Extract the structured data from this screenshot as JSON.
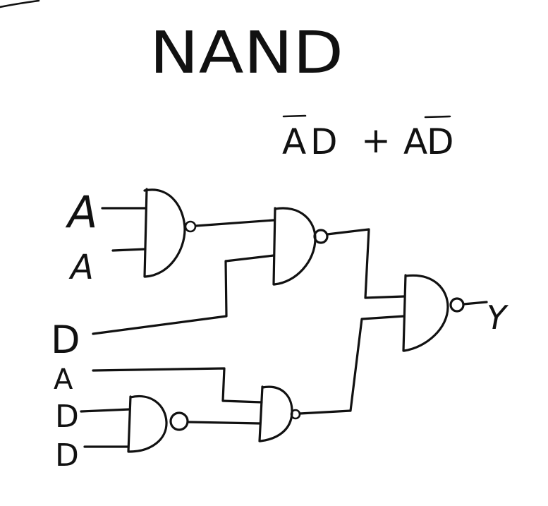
{
  "title": "NAND",
  "expression": {
    "term1_var1": "A",
    "term1_var2": "D",
    "plus": "+",
    "term2_var1": "A",
    "term2_var2": "D"
  },
  "inputs": {
    "in1": "A",
    "in2": "A",
    "in3": "D",
    "in4": "A",
    "in5": "D",
    "in6": "D"
  },
  "output": {
    "label": "Y"
  },
  "colors": {
    "ink": "#111111",
    "background": "#ffffff"
  }
}
